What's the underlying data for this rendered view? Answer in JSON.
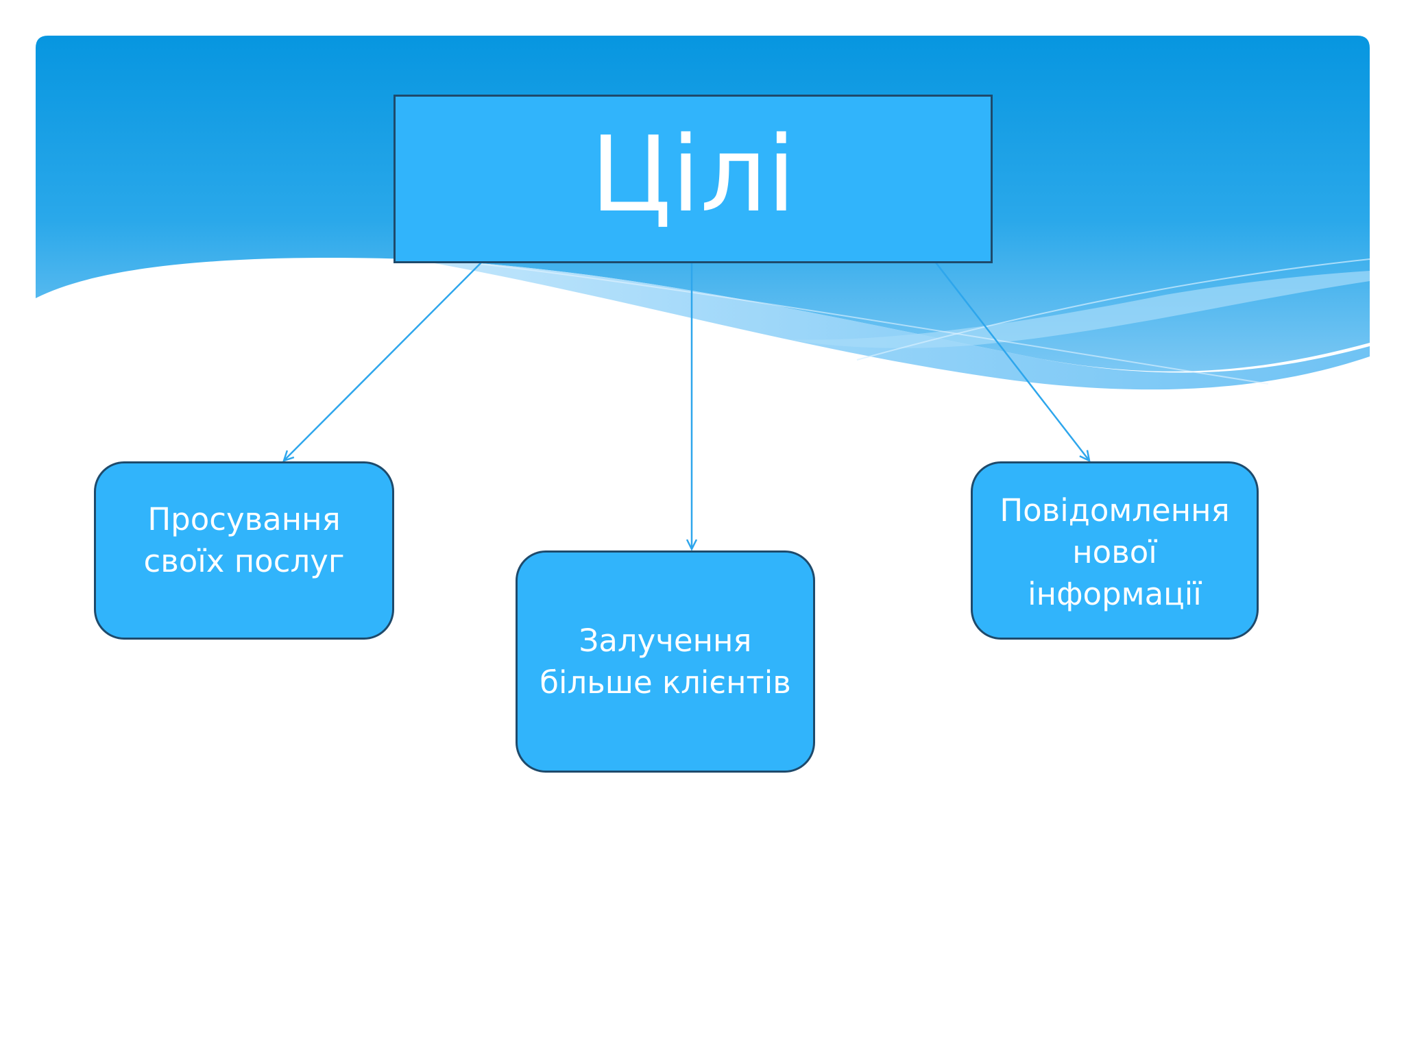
{
  "diagram": {
    "title": "Цілі",
    "goals": [
      {
        "id": "promotion",
        "label": "Просування\nсвоїх послуг"
      },
      {
        "id": "clients",
        "label": "Залучення\nбільше клієнтів"
      },
      {
        "id": "news",
        "label": "Повідомлення\nнової\nінформації"
      }
    ],
    "edges": [
      {
        "from": "title",
        "to": "promotion"
      },
      {
        "from": "title",
        "to": "clients"
      },
      {
        "from": "title",
        "to": "news"
      }
    ]
  },
  "colors": {
    "box_fill": "#31b4fb",
    "box_border": "#1e4a6b",
    "text": "#ffffff",
    "connector": "#2ea6ec",
    "header_top": "#0796e0",
    "header_bottom": "#9ad6fa"
  }
}
